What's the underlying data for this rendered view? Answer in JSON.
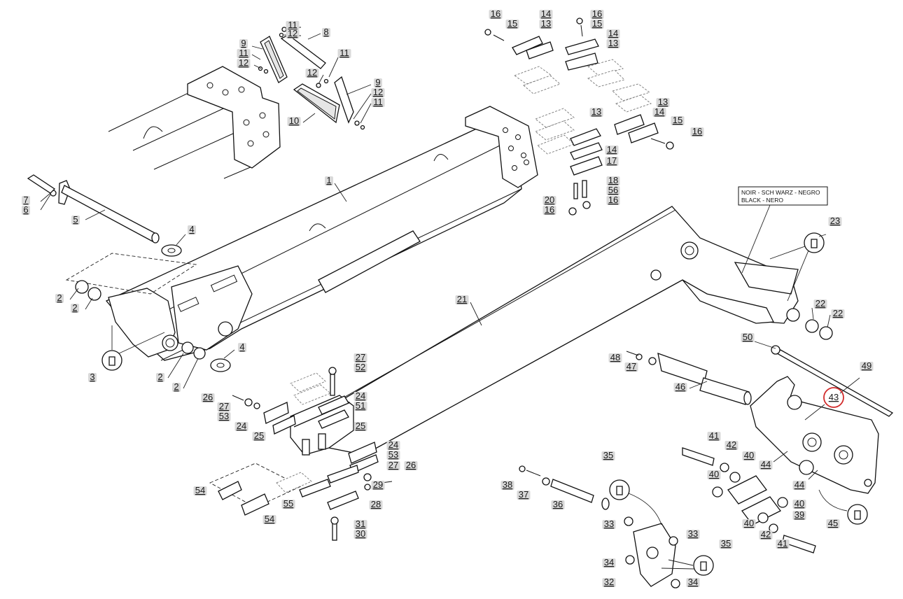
{
  "color_note": {
    "line1": "NOIR - SCH   WARZ - NEGRO",
    "line2": "BLACK - NERO"
  },
  "highlight": {
    "label": "43",
    "color": "#d22b2b"
  },
  "labels": [
    {
      "id": "11a",
      "text": "11"
    },
    {
      "id": "12a",
      "text": "12"
    },
    {
      "id": "8",
      "text": "8"
    },
    {
      "id": "9a",
      "text": "9"
    },
    {
      "id": "11b",
      "text": "11"
    },
    {
      "id": "12b",
      "text": "12"
    },
    {
      "id": "11c",
      "text": "11"
    },
    {
      "id": "12c",
      "text": "12"
    },
    {
      "id": "9b",
      "text": "9"
    },
    {
      "id": "12d",
      "text": "12"
    },
    {
      "id": "11d",
      "text": "11"
    },
    {
      "id": "10",
      "text": "10"
    },
    {
      "id": "16a",
      "text": "16"
    },
    {
      "id": "15a",
      "text": "15"
    },
    {
      "id": "14a",
      "text": "14"
    },
    {
      "id": "13a",
      "text": "13"
    },
    {
      "id": "16b",
      "text": "16"
    },
    {
      "id": "15b",
      "text": "15"
    },
    {
      "id": "14b",
      "text": "14"
    },
    {
      "id": "13b",
      "text": "13"
    },
    {
      "id": "13c",
      "text": "13"
    },
    {
      "id": "14c",
      "text": "14"
    },
    {
      "id": "13d",
      "text": "13"
    },
    {
      "id": "15c",
      "text": "15"
    },
    {
      "id": "16c",
      "text": "16"
    },
    {
      "id": "14d",
      "text": "14"
    },
    {
      "id": "17",
      "text": "17"
    },
    {
      "id": "18",
      "text": "18"
    },
    {
      "id": "56",
      "text": "56"
    },
    {
      "id": "20",
      "text": "20"
    },
    {
      "id": "16d",
      "text": "16"
    },
    {
      "id": "16e",
      "text": "16"
    },
    {
      "id": "7",
      "text": "7"
    },
    {
      "id": "6",
      "text": "6"
    },
    {
      "id": "5",
      "text": "5"
    },
    {
      "id": "4a",
      "text": "4"
    },
    {
      "id": "1",
      "text": "1"
    },
    {
      "id": "2a",
      "text": "2"
    },
    {
      "id": "2b",
      "text": "2"
    },
    {
      "id": "3",
      "text": "3"
    },
    {
      "id": "2c",
      "text": "2"
    },
    {
      "id": "2d",
      "text": "2"
    },
    {
      "id": "4b",
      "text": "4"
    },
    {
      "id": "21",
      "text": "21"
    },
    {
      "id": "23",
      "text": "23"
    },
    {
      "id": "22a",
      "text": "22"
    },
    {
      "id": "22b",
      "text": "22"
    },
    {
      "id": "27a",
      "text": "27"
    },
    {
      "id": "52",
      "text": "52"
    },
    {
      "id": "26a",
      "text": "26"
    },
    {
      "id": "27b",
      "text": "27"
    },
    {
      "id": "53a",
      "text": "53"
    },
    {
      "id": "24a",
      "text": "24"
    },
    {
      "id": "51",
      "text": "51"
    },
    {
      "id": "24b",
      "text": "24"
    },
    {
      "id": "25a",
      "text": "25"
    },
    {
      "id": "25b",
      "text": "25"
    },
    {
      "id": "24c",
      "text": "24"
    },
    {
      "id": "53b",
      "text": "53"
    },
    {
      "id": "27c",
      "text": "27"
    },
    {
      "id": "26b",
      "text": "26"
    },
    {
      "id": "29",
      "text": "29"
    },
    {
      "id": "28",
      "text": "28"
    },
    {
      "id": "54a",
      "text": "54"
    },
    {
      "id": "54b",
      "text": "54"
    },
    {
      "id": "55",
      "text": "55"
    },
    {
      "id": "31",
      "text": "31"
    },
    {
      "id": "30",
      "text": "30"
    },
    {
      "id": "48",
      "text": "48"
    },
    {
      "id": "47",
      "text": "47"
    },
    {
      "id": "50",
      "text": "50"
    },
    {
      "id": "49",
      "text": "49"
    },
    {
      "id": "46",
      "text": "46"
    },
    {
      "id": "43",
      "text": "43"
    },
    {
      "id": "41a",
      "text": "41"
    },
    {
      "id": "42a",
      "text": "42"
    },
    {
      "id": "40a",
      "text": "40"
    },
    {
      "id": "44a",
      "text": "44"
    },
    {
      "id": "40b",
      "text": "40"
    },
    {
      "id": "44b",
      "text": "44"
    },
    {
      "id": "40c",
      "text": "40"
    },
    {
      "id": "39",
      "text": "39"
    },
    {
      "id": "45",
      "text": "45"
    },
    {
      "id": "40d",
      "text": "40"
    },
    {
      "id": "42b",
      "text": "42"
    },
    {
      "id": "41b",
      "text": "41"
    },
    {
      "id": "35a",
      "text": "35"
    },
    {
      "id": "38",
      "text": "38"
    },
    {
      "id": "37",
      "text": "37"
    },
    {
      "id": "36",
      "text": "36"
    },
    {
      "id": "33a",
      "text": "33"
    },
    {
      "id": "33b",
      "text": "33"
    },
    {
      "id": "35b",
      "text": "35"
    },
    {
      "id": "34a",
      "text": "34"
    },
    {
      "id": "32",
      "text": "32"
    },
    {
      "id": "34b",
      "text": "34"
    }
  ]
}
